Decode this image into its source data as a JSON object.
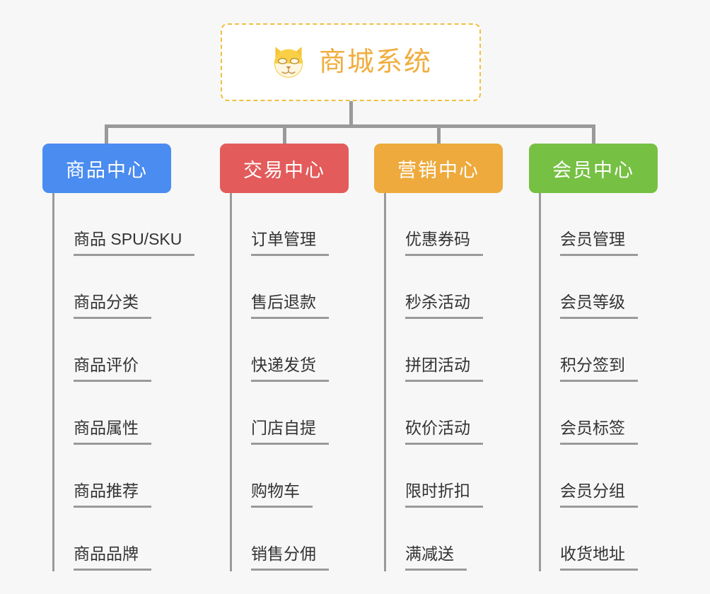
{
  "background_color": "#f7f7f7",
  "root": {
    "title": "商城系统",
    "icon": "shiba-dog-icon",
    "text_color": "#f0ad3e",
    "border_color": "#f0c040",
    "background_color": "#ffffff"
  },
  "connector_color": "#9a9a9a",
  "columns": [
    {
      "label": "商品中心",
      "color": "#4a8cf0",
      "items": [
        "商品 SPU/SKU",
        "商品分类",
        "商品评价",
        "商品属性",
        "商品推荐",
        "商品品牌"
      ]
    },
    {
      "label": "交易中心",
      "color": "#e35b5b",
      "items": [
        "订单管理",
        "售后退款",
        "快递发货",
        "门店自提",
        "购物车",
        "销售分佣"
      ]
    },
    {
      "label": "营销中心",
      "color": "#eeaa3c",
      "items": [
        "优惠券码",
        "秒杀活动",
        "拼团活动",
        "砍价活动",
        "限时折扣",
        "满减送"
      ]
    },
    {
      "label": "会员中心",
      "color": "#76c044",
      "items": [
        "会员管理",
        "会员等级",
        "积分签到",
        "会员标签",
        "会员分组",
        "收货地址"
      ]
    }
  ]
}
